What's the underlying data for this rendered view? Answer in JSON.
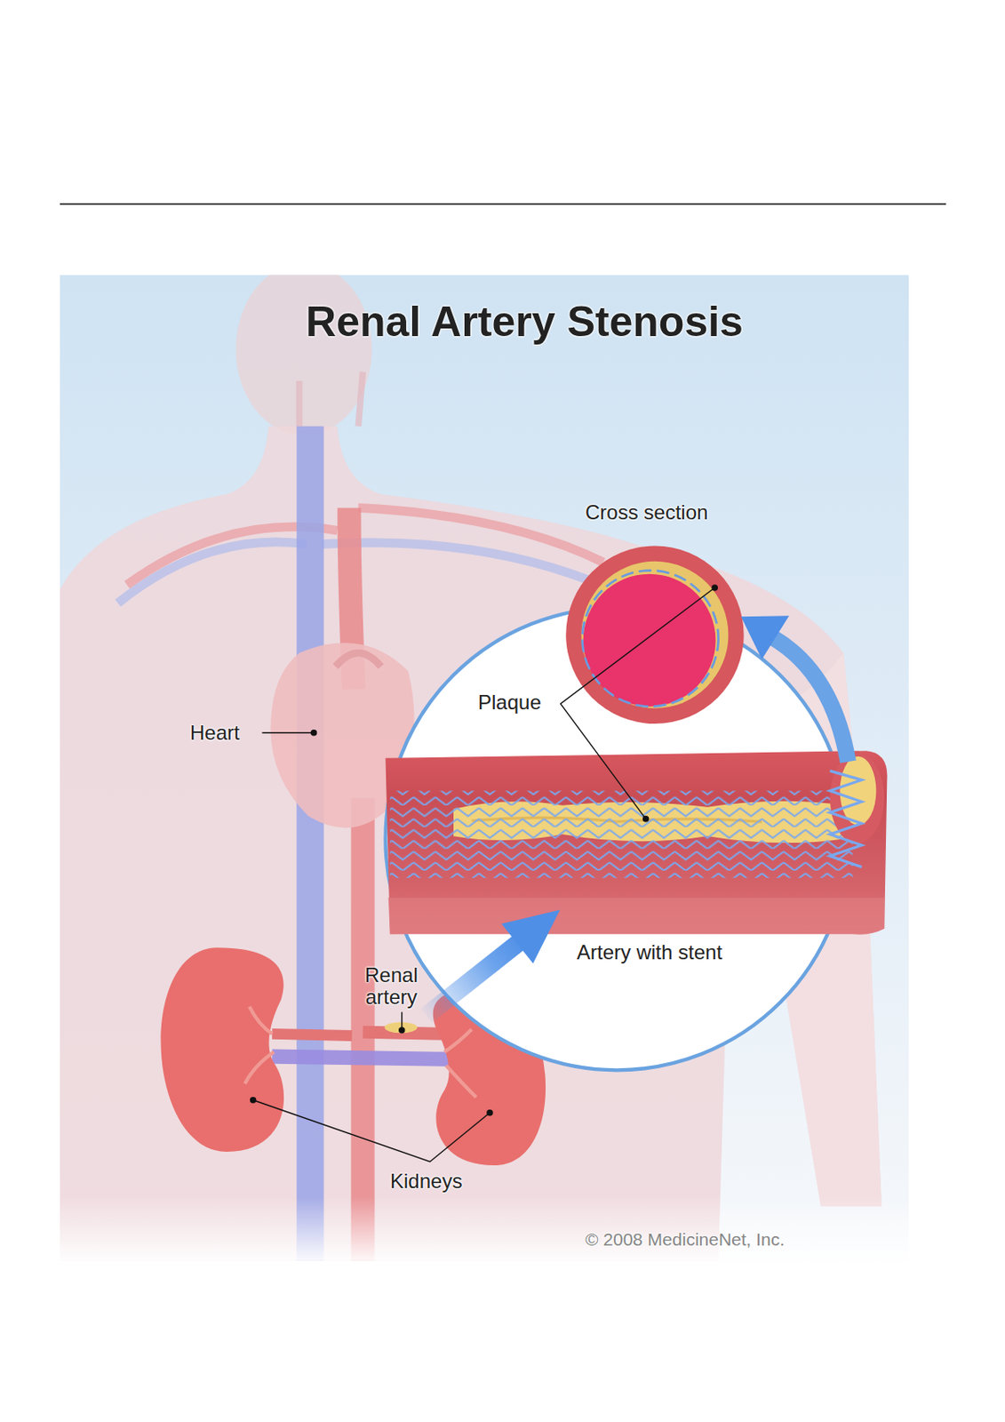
{
  "diagram": {
    "title": "Renal Artery Stenosis",
    "labels": [
      "Cross section",
      "Plaque",
      "Heart",
      "Artery with stent",
      "Renal artery",
      "Kidneys",
      "© 2008 MedicineNet, Inc."
    ]
  }
}
